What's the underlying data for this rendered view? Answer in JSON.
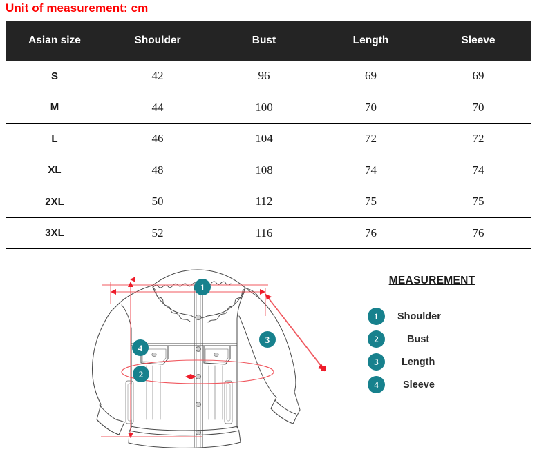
{
  "title": "Unit of measurement: cm",
  "table": {
    "headers": [
      "Asian size",
      "Shoulder",
      "Bust",
      "Length",
      "Sleeve"
    ],
    "rows": [
      {
        "size": "S",
        "shoulder": "42",
        "bust": "96",
        "length": "69",
        "sleeve": "69"
      },
      {
        "size": "M",
        "shoulder": "44",
        "bust": "100",
        "length": "70",
        "sleeve": "70"
      },
      {
        "size": "L",
        "shoulder": "46",
        "bust": "104",
        "length": "72",
        "sleeve": "72"
      },
      {
        "size": "XL",
        "shoulder": "48",
        "bust": "108",
        "length": "74",
        "sleeve": "74"
      },
      {
        "size": "2XL",
        "shoulder": "50",
        "bust": "112",
        "length": "75",
        "sleeve": "75"
      },
      {
        "size": "3XL",
        "shoulder": "52",
        "bust": "116",
        "length": "76",
        "sleeve": "76"
      }
    ]
  },
  "legend": {
    "title": "MEASUREMENT",
    "items": [
      {
        "number": "1",
        "label": "Shoulder"
      },
      {
        "number": "2",
        "label": "Bust"
      },
      {
        "number": "3",
        "label": "Length"
      },
      {
        "number": "4",
        "label": "Sleeve"
      }
    ]
  },
  "diagram": {
    "badges": [
      {
        "number": "1",
        "meaning": "shoulder-width"
      },
      {
        "number": "2",
        "meaning": "bust-circumference"
      },
      {
        "number": "3",
        "meaning": "sleeve-length"
      },
      {
        "number": "4",
        "meaning": "body-length"
      }
    ]
  },
  "colors": {
    "title_red": "#ff0000",
    "header_bg": "#242424",
    "badge_teal": "#17818d",
    "measure_line": "#f0585f",
    "garment_line": "#4a4a4a"
  }
}
